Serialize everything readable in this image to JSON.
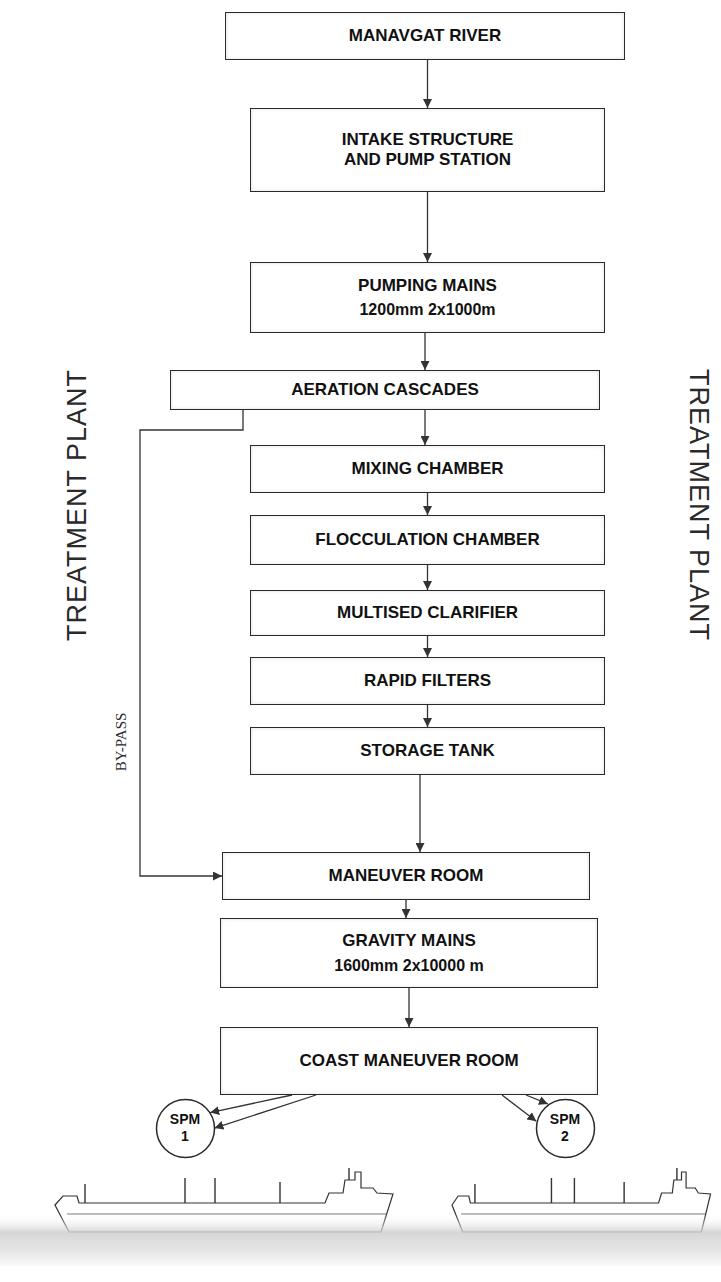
{
  "diagram": {
    "nodes": [
      {
        "text": [
          "MANAVGAT RIVER"
        ]
      },
      {
        "text": [
          "INTAKE STRUCTURE AND PUMP STATION"
        ]
      },
      {
        "text": [
          "PUMPING MAINS",
          "1200mm 2x1000m"
        ]
      },
      {
        "text": [
          "AERATION CASCADES"
        ]
      },
      {
        "text": [
          "MIXING CHAMBER"
        ]
      },
      {
        "text": [
          "FLOCCULATION CHAMBER"
        ]
      },
      {
        "text": [
          "MULTISED CLARIFIER"
        ]
      },
      {
        "text": [
          "RAPID FILTERS"
        ]
      },
      {
        "text": [
          "STORAGE TANK"
        ]
      },
      {
        "text": [
          "MANEUVER ROOM"
        ]
      },
      {
        "text": [
          "GRAVITY MAINS",
          "1600mm   2x10000 m"
        ]
      },
      {
        "text": [
          "COAST MANEUVER ROOM"
        ]
      },
      {
        "text": [
          "SPM 1"
        ]
      },
      {
        "text": [
          "SPM 2"
        ]
      }
    ],
    "edges": [
      {
        "from": 0,
        "to": 1,
        "arrow": "to"
      },
      {
        "from": 1,
        "to": 2,
        "arrow": "to"
      },
      {
        "from": 2,
        "to": 3,
        "arrow": "to"
      },
      {
        "from": 3,
        "to": 4,
        "arrow": "to"
      },
      {
        "from": 4,
        "to": 5,
        "arrow": "to"
      },
      {
        "from": 5,
        "to": 6,
        "arrow": "to"
      },
      {
        "from": 6,
        "to": 7,
        "arrow": "to"
      },
      {
        "from": 7,
        "to": 8,
        "arrow": "to"
      },
      {
        "from": 8,
        "to": 9,
        "arrow": "to"
      },
      {
        "from": 3,
        "to": 9,
        "arrow": "to"
      },
      {
        "from": 9,
        "to": 10,
        "arrow": "to"
      },
      {
        "from": 10,
        "to": 11,
        "arrow": "to"
      },
      {
        "from": 11,
        "to": 12,
        "arrow": "to"
      },
      {
        "from": 11,
        "to": 12,
        "arrow": "to"
      },
      {
        "from": 11,
        "to": 13,
        "arrow": "to"
      },
      {
        "from": 11,
        "to": 13,
        "arrow": "to"
      }
    ],
    "labels": [
      "TREATMENT PLANT",
      "TREATMENT PLANT",
      "BY-PASS"
    ]
  }
}
